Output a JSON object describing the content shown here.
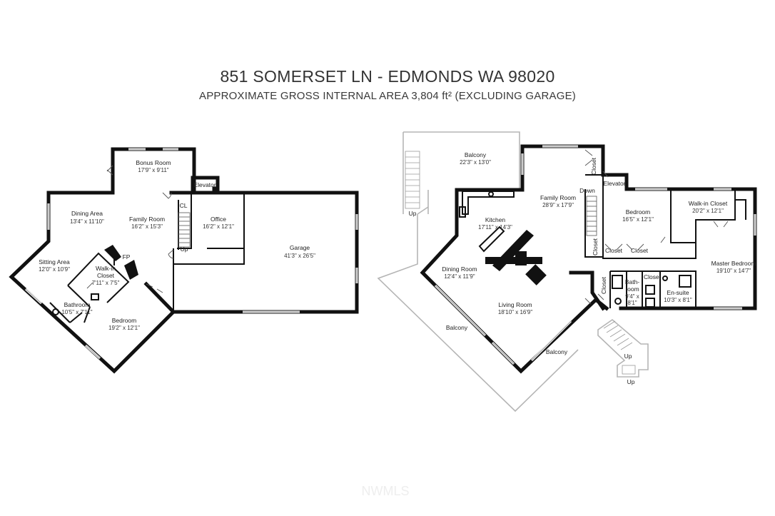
{
  "header": {
    "title": "851 SOMERSET LN - EDMONDS WA 98020",
    "subtitle": "APPROXIMATE GROSS INTERNAL AREA 3,804 ft² (EXCLUDING GARAGE)"
  },
  "lower_floor": {
    "bonus_room": {
      "name": "Bonus Room",
      "dims": "17'9\" x 9'11\""
    },
    "elevator": {
      "name": "Elevator"
    },
    "closet_cl": {
      "name": "CL"
    },
    "dining_area": {
      "name": "Dining Area",
      "dims": "13'4\" x 11'10\""
    },
    "family_room": {
      "name": "Family Room",
      "dims": "16'2\" x 15'3\""
    },
    "office": {
      "name": "Office",
      "dims": "16'2\" x 12'1\""
    },
    "garage": {
      "name": "Garage",
      "dims": "41'3\" x 26'5\""
    },
    "fireplace": {
      "name": "FP"
    },
    "stair_up": {
      "name": "Up"
    },
    "sitting_area": {
      "name": "Sitting Area",
      "dims": "12'0\" x 10'9\""
    },
    "walkin_closet": {
      "name1": "Walk-in",
      "name2": "Closet",
      "dims": "7'11\" x 7'5\""
    },
    "bathroom": {
      "name": "Bathroom",
      "dims": "10'5\" x 7'11\""
    },
    "bedroom": {
      "name": "Bedroom",
      "dims": "19'2\" x 12'1\""
    }
  },
  "upper_floor": {
    "balcony_top": {
      "name": "Balcony",
      "dims": "22'3\" x 13'0\""
    },
    "stair_up_left": {
      "name": "Up"
    },
    "closet_top": {
      "name": "Closet"
    },
    "elevator": {
      "name": "Elevator"
    },
    "stair_down": {
      "name": "Down"
    },
    "family_room": {
      "name": "Family Room",
      "dims": "28'9\" x 17'9\""
    },
    "kitchen": {
      "name": "Kitchen",
      "dims": "17'11\" x 14'3\""
    },
    "bedroom": {
      "name": "Bedroom",
      "dims": "16'5\" x 12'1\""
    },
    "walkin_closet": {
      "name": "Walk-in Closet",
      "dims": "20'2\" x 12'1\""
    },
    "closet_a": {
      "name": "Closet"
    },
    "closet_b": {
      "name": "Closet"
    },
    "closet_vertical": {
      "name": "Closet"
    },
    "master_bedroom": {
      "name": "Master Bedroom",
      "dims": "19'10\" x 14'7\""
    },
    "dining_room": {
      "name": "Dining Room",
      "dims": "12'4\" x 11'9\""
    },
    "closet_hall": {
      "name": "Closet"
    },
    "bathroom": {
      "name1": "Bath-",
      "name2": "room",
      "dims1": "9'4\" x",
      "dims2": "8'1\""
    },
    "closet_small": {
      "name": "Closet"
    },
    "ensuite": {
      "name": "En-suite",
      "dims": "10'3\" x 8'1\""
    },
    "living_room": {
      "name": "Living Room",
      "dims": "18'10\" x 16'9\""
    },
    "balcony_left": {
      "name": "Balcony"
    },
    "balcony_bottom": {
      "name": "Balcony"
    },
    "stair_up_entry1": {
      "name": "Up"
    },
    "stair_up_entry2": {
      "name": "Up"
    }
  },
  "watermark": {
    "text": "NWMLS"
  }
}
